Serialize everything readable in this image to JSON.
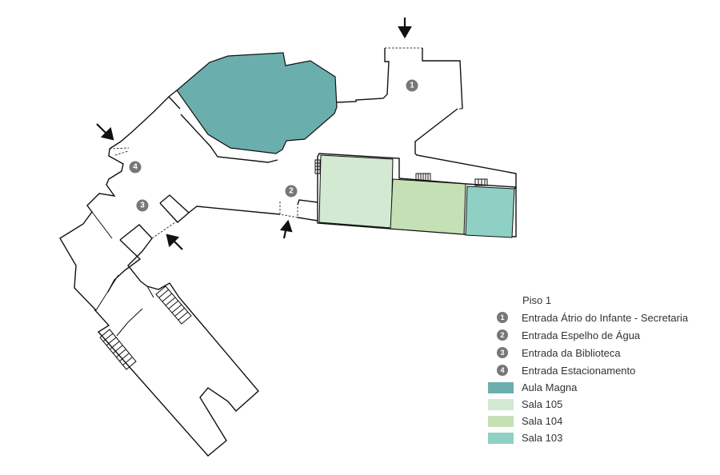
{
  "legend": {
    "title": "Piso 1",
    "entrances": [
      {
        "number": "1",
        "label": "Entrada Átrio do Infante - Secretaria"
      },
      {
        "number": "2",
        "label": "Entrada Espelho de Água"
      },
      {
        "number": "3",
        "label": "Entrada da Biblioteca"
      },
      {
        "number": "4",
        "label": "Entrada Estacionamento"
      }
    ],
    "rooms": [
      {
        "label": "Aula Magna",
        "color": "#6aafae"
      },
      {
        "label": "Sala 105",
        "color": "#d3e9d2"
      },
      {
        "label": "Sala 104",
        "color": "#c6e0b6"
      },
      {
        "label": "Sala 103",
        "color": "#8fd0c5"
      }
    ]
  },
  "map": {
    "markers": [
      "1",
      "2",
      "3",
      "4"
    ]
  }
}
